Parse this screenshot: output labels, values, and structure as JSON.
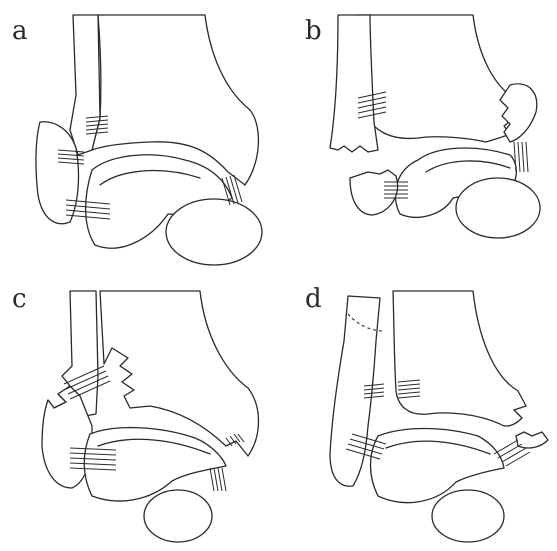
{
  "panels": [
    {
      "label": "a"
    },
    {
      "label": "b"
    },
    {
      "label": "c"
    },
    {
      "label": "d"
    }
  ],
  "colors": {
    "line": "#2a2a2a",
    "background": "#ffffff"
  }
}
